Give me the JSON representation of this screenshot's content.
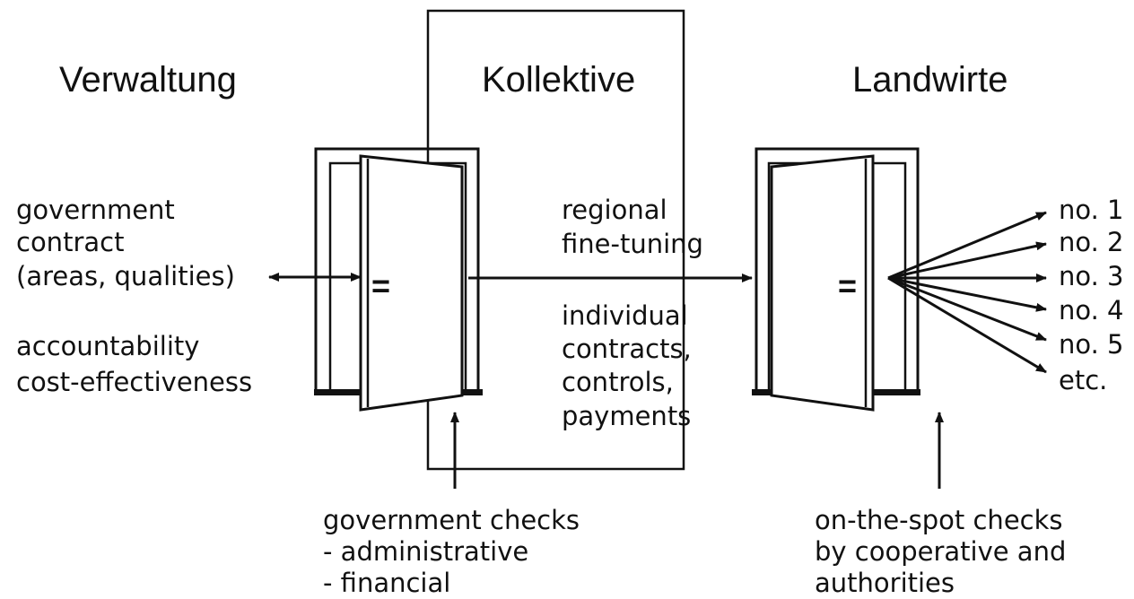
{
  "headings": {
    "left": "Verwaltung",
    "center": "Kollektive",
    "right": "Landwirte"
  },
  "left_text": {
    "contract": [
      "government",
      "contract",
      "(areas, qualities)"
    ],
    "accountability": [
      "accountability",
      "cost-effectiveness"
    ]
  },
  "center_text": {
    "top": [
      "regional",
      "fine-tuning"
    ],
    "bottom": [
      "individual",
      "contracts,",
      "controls,",
      "payments"
    ]
  },
  "door_symbol": "=",
  "farmers": [
    "no. 1",
    "no. 2",
    "no. 3",
    "no. 4",
    "no. 5",
    "etc."
  ],
  "bottom_left": [
    "government checks",
    "- administrative",
    "- financial"
  ],
  "bottom_right": [
    "on-the-spot checks",
    "by cooperative and",
    "authorities"
  ]
}
